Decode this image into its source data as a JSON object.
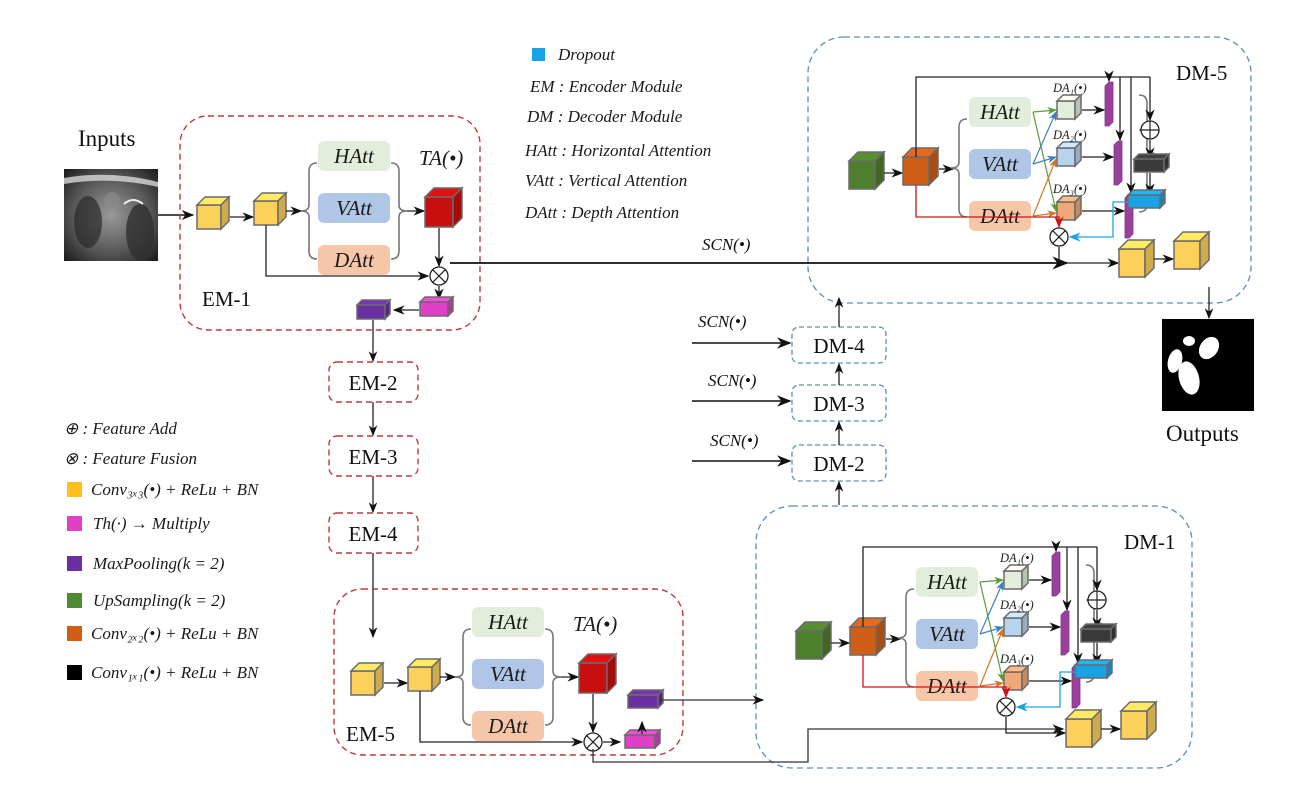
{
  "inputs_label": "Inputs",
  "outputs_label": "Outputs",
  "legend_top": {
    "dropout": "Dropout",
    "em": "EM : Encoder Module",
    "dm": "DM : Decoder Module",
    "hatt": "HAtt : Horizontal Attention",
    "vatt": "VAtt : Vertical Attention",
    "datt": "DAtt : Depth Attention"
  },
  "legend_left": {
    "add": "⊕ : Feature Add",
    "fusion": "⊗ : Feature Fusion",
    "conv3": "Conv₃ₓ₃(•) + ReLu + BN",
    "th": "Th(·) → Multiply",
    "maxpool": "MaxPooling(k = 2)",
    "upsample": "UpSampling(k = 2)",
    "conv2": "Conv₂ₓ₂(•) + ReLu + BN",
    "conv1": "Conv₁ₓ₁(•) + ReLu + BN"
  },
  "attention": {
    "h": "HAtt",
    "v": "VAtt",
    "d": "DAtt"
  },
  "ta_label": "TA(•)",
  "scn_label": "SCN(•)",
  "da_labels": [
    "DA₁(•)",
    "DA₂(•)",
    "DA₃(•)"
  ],
  "modules": {
    "em1": "EM-1",
    "em2": "EM-2",
    "em3": "EM-3",
    "em4": "EM-4",
    "em5": "EM-5",
    "dm1": "DM-1",
    "dm2": "DM-2",
    "dm3": "DM-3",
    "dm4": "DM-4",
    "dm5": "DM-5"
  },
  "colors": {
    "conv3": "#fcd15b",
    "th": "#e040c8",
    "maxpool": "#6a2fa0",
    "upsample": "#4e7f2c",
    "conv2": "#cf5e16",
    "conv1": "#2b2b2b",
    "dropout": "#19a3e6",
    "ta": "#c80f0f",
    "hatt_bg": "#e2eedb",
    "vatt_bg": "#b0c6e6",
    "datt_bg": "#f6c6a8",
    "da_bar": "#9a3fa0",
    "em_border": "#c0393b",
    "dm_border": "#5b8fb5"
  }
}
